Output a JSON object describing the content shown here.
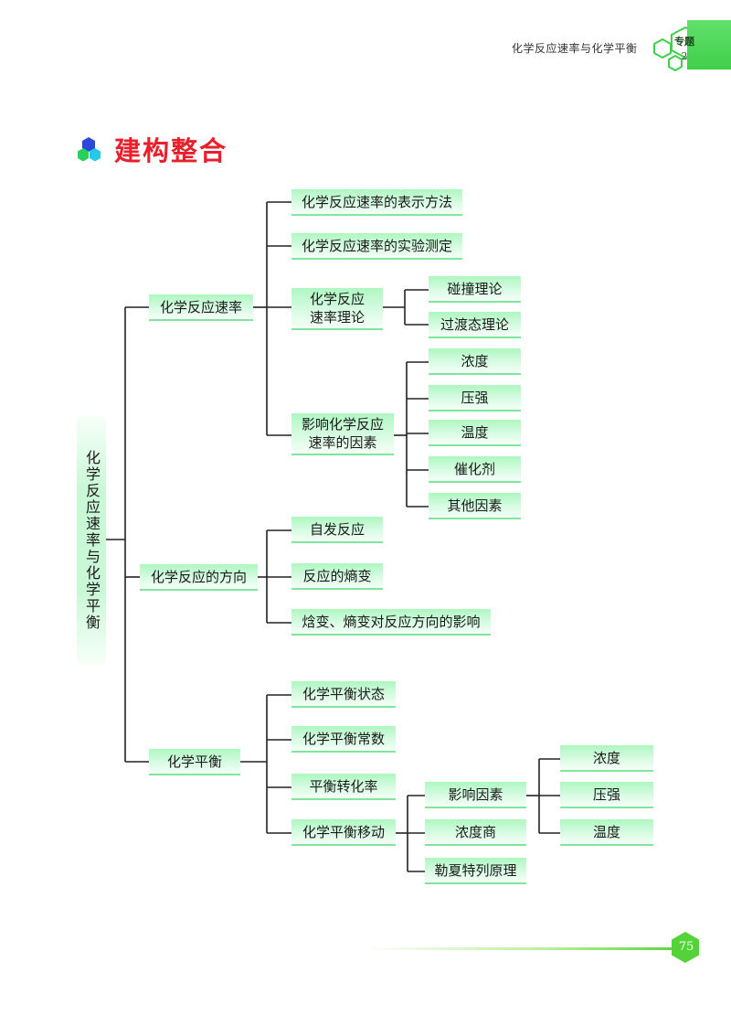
{
  "header": {
    "chapter_title": "化学反应速率与化学平衡",
    "badge_label": "专题",
    "badge_number": "2"
  },
  "section": {
    "title": "建构整合"
  },
  "map": {
    "root": "化学反应速率与化学平衡",
    "rate": {
      "label": "化学反应速率",
      "expression": "化学反应速率的表示方法",
      "measurement": "化学反应速率的实验测定",
      "theory": "化学反应速率理论",
      "collision": "碰撞理论",
      "transition": "过渡态理论",
      "factors": "影响化学反应速率的因素",
      "factor_items": [
        "浓度",
        "压强",
        "温度",
        "催化剂",
        "其他因素"
      ]
    },
    "direction": {
      "label": "化学反应的方向",
      "spontaneous": "自发反应",
      "entropy": "反应的熵变",
      "influence": "焓变、熵变对反应方向的影响"
    },
    "equilibrium": {
      "label": "化学平衡",
      "state": "化学平衡状态",
      "constant": "化学平衡常数",
      "conversion": "平衡转化率",
      "shift": "化学平衡移动",
      "shift_factors": "影响因素",
      "quotient": "浓度商",
      "le_chatelier": "勒夏特列原理",
      "shift_factor_items": [
        "浓度",
        "压强",
        "温度"
      ]
    }
  },
  "footer": {
    "page_number": "75"
  },
  "colors": {
    "accent": "#3fcf4b",
    "title_red": "#e8202b",
    "node_green": "#aef7c0"
  }
}
